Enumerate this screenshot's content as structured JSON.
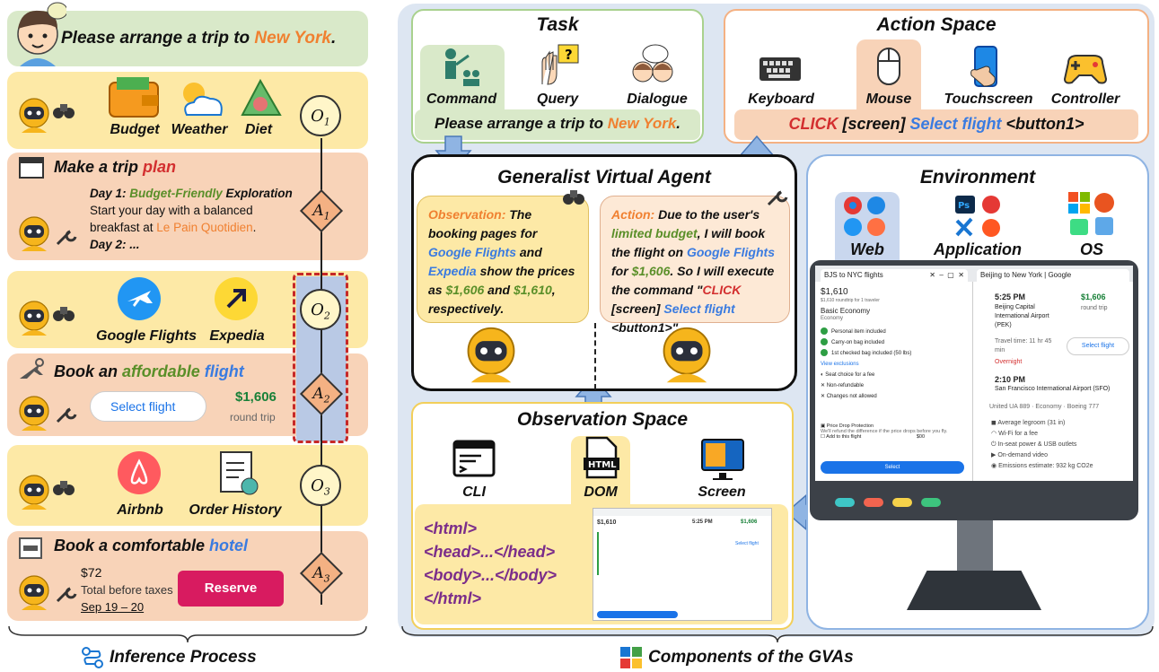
{
  "left": {
    "user_prompt_prefix": "Please arrange a trip to ",
    "user_prompt_city": "New York",
    "step1_items": [
      "Budget",
      "Weather",
      "Diet"
    ],
    "plan_title_prefix": "Make a trip ",
    "plan_title_word": "plan",
    "plan_day1_label": "Day 1:",
    "plan_day1_highlight": "Budget-Friendly",
    "plan_day1_rest": " Exploration",
    "plan_line2": "Start your day with a balanced",
    "plan_line3_prefix": "breakfast at ",
    "plan_line3_place": "Le Pain Quotidien",
    "plan_line3_suffix": ".",
    "plan_day2": "Day 2: ...",
    "step2_items": [
      "Google Flights",
      "Expedia"
    ],
    "flight_title_prefix": "Book an ",
    "flight_title_green": "affordable",
    "flight_title_blue": "flight",
    "select_flight_btn": "Select flight",
    "flight_price": "$1,606",
    "flight_trip": "round trip",
    "step3_items": [
      "Airbnb",
      "Order History"
    ],
    "hotel_title_prefix": "Book a comfortable ",
    "hotel_title_word": "hotel",
    "hotel_price": "$72",
    "hotel_taxes": "Total before taxes",
    "hotel_dates": "Sep 19 – 20",
    "reserve_btn": "Reserve",
    "obs": [
      "O",
      "O",
      "O"
    ],
    "obs_sub": [
      "1",
      "2",
      "3"
    ],
    "act": [
      "A",
      "A",
      "A"
    ],
    "act_sub": [
      "1",
      "2",
      "3"
    ],
    "caption": "Inference Process"
  },
  "task": {
    "title": "Task",
    "items": [
      "Command",
      "Query",
      "Dialogue"
    ],
    "prompt_prefix": "Please arrange a trip to ",
    "prompt_city": "New York",
    "prompt_suffix": "."
  },
  "action_space": {
    "title": "Action Space",
    "items": [
      "Keyboard",
      "Mouse",
      "Touchscreen",
      "Controller"
    ],
    "cmd_click": "CLICK",
    "cmd_screen": " [screen] ",
    "cmd_select": "Select flight",
    "cmd_button": " <button1>"
  },
  "agent": {
    "title": "Generalist Virtual Agent",
    "obs_label": "Observation:",
    "obs_text1": " The booking pages for ",
    "obs_gf": "Google Flights",
    "obs_and": " and ",
    "obs_exp": "Expedia",
    "obs_text2": " show the prices as ",
    "obs_p1": "$1,606",
    "obs_and2": " and ",
    "obs_p2": "$1,610",
    "obs_text3": ", respectively.",
    "act_label": "Action:",
    "act_text1": " Due to the user's ",
    "act_budget": "limited budget",
    "act_text2": ", I will book the flight on ",
    "act_gf": "Google Flights",
    "act_text3": " for ",
    "act_price": "$1,606",
    "act_text4": ". So I will execute the command \"",
    "act_click": "CLICK",
    "act_text5": " [screen] ",
    "act_select": "Select flight",
    "act_text6": " <button1>\""
  },
  "environment": {
    "title": "Environment",
    "items": [
      "Web",
      "Application",
      "OS"
    ],
    "tab1": "BJS to NYC flights",
    "tab2": "Beijing to New York | Google",
    "price": "$1,610",
    "price_sub": "$1,610 roundtrip for 1 traveler",
    "fare": "Basic Economy",
    "fare_sub": "Economy",
    "inc": [
      "Personal item included",
      "Carry-on bag included",
      "1st checked bag included (50 lbs)"
    ],
    "view_excl": "View exclusions",
    "excl": [
      "Seat choice for a fee",
      "Non-refundable",
      "Changes not allowed"
    ],
    "protect": "Price Drop Protection",
    "protect_sub": "We'll refund the difference if the price drops before you fly.",
    "add": "Add to this flight",
    "add_price": "$00",
    "select": "Select",
    "dep_time": "5:25 PM",
    "dep_airport": "Beijing Capital International Airport (PEK)",
    "gf_price": "$1,606",
    "gf_trip": "round trip",
    "travel": "Travel time: 11 hr 45 min",
    "overnight": "Overnight",
    "select_flight": "Select flight",
    "arr_time": "2:10 PM",
    "arr_airport": "San Francisco International Airport (SFO)",
    "flight_info": "United UA 889 · Economy · Boeing 777",
    "amen": [
      "Average legroom (31 in)",
      "Wi-Fi for a fee",
      "In-seat power & USB outlets",
      "On-demand video",
      "Emissions estimate: 932 kg CO2e"
    ]
  },
  "observation_space": {
    "title": "Observation Space",
    "items": [
      "CLI",
      "DOM",
      "Screen"
    ],
    "html_lines": [
      "<html>",
      "<head>...</head>",
      "<body>...</body>",
      "</html>"
    ]
  },
  "caption_right": "Components of the GVAs"
}
